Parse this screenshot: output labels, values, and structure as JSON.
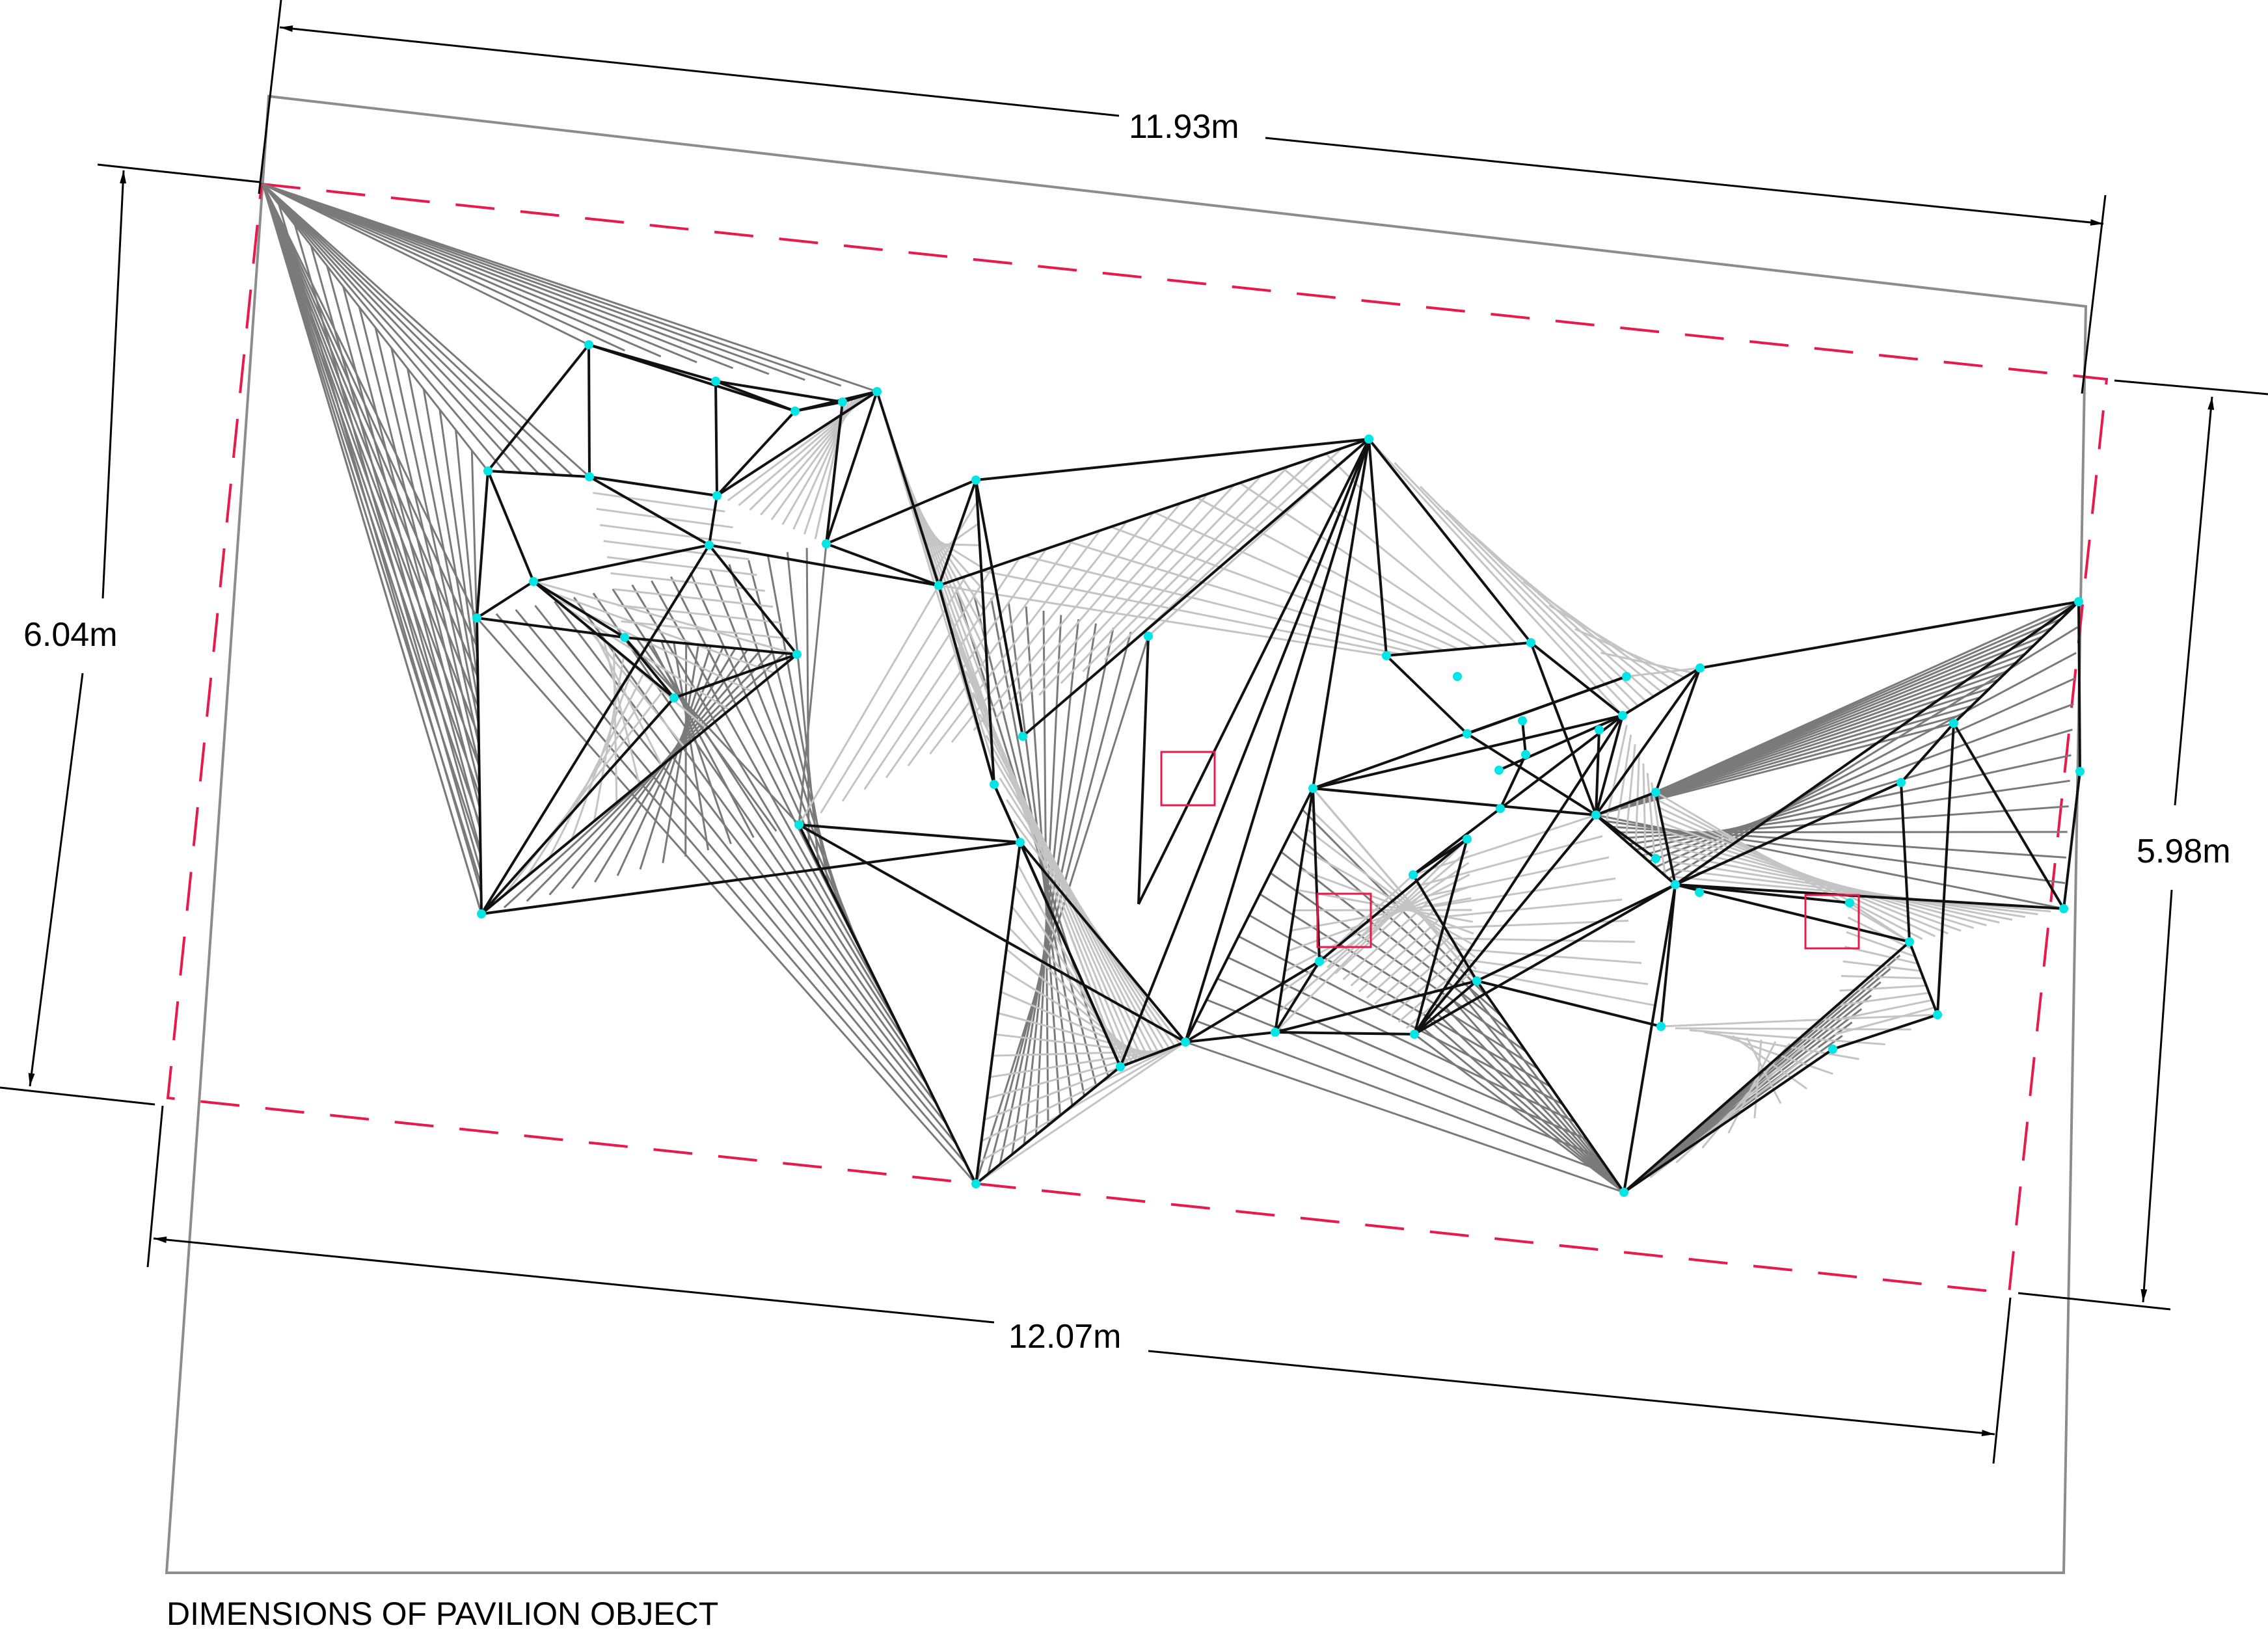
{
  "caption": "DIMENSIONS OF PAVILION OBJECT",
  "dimensions": {
    "top": "11.93m",
    "bottom": "12.07m",
    "left": "6.04m",
    "right": "5.98m"
  },
  "colors": {
    "structure_line": "#111111",
    "cable_dark": "#7a7a7a",
    "cable_light": "#c4c4c4",
    "node": "#00e5e5",
    "boundary_dashed": "#e8194d",
    "frame": "#8c8c8c"
  },
  "icons": [
    "arrowhead",
    "node-dot",
    "anchor-square"
  ]
}
